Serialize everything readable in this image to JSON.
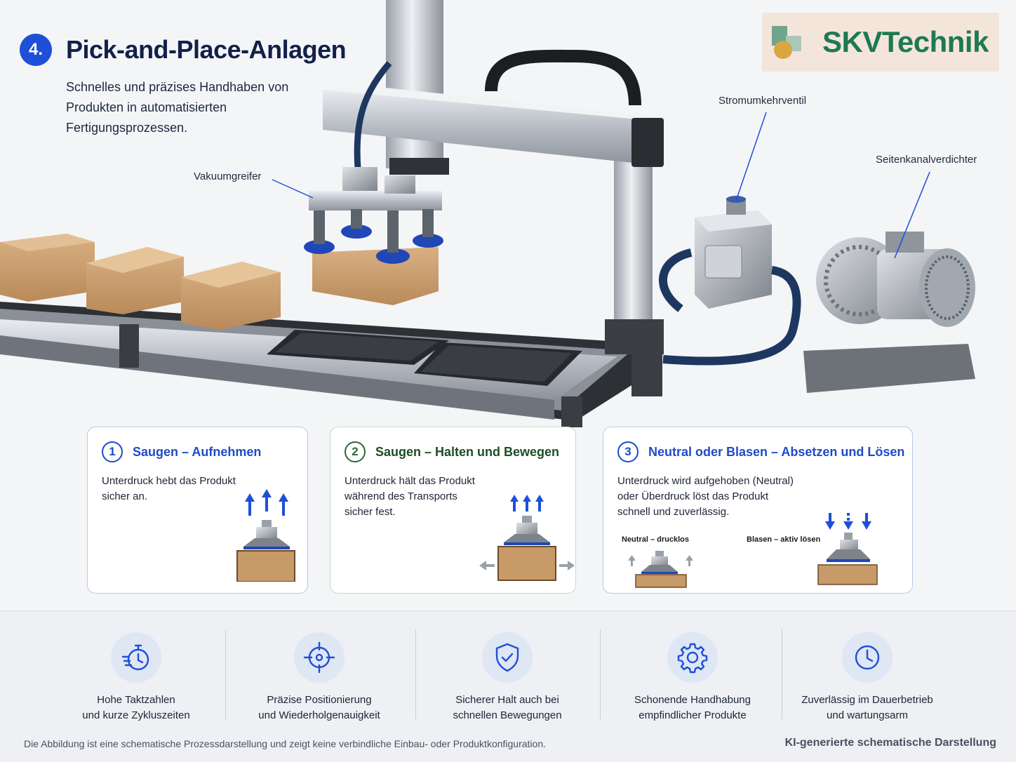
{
  "header": {
    "number": "4.",
    "title": "Pick-and-Place-Anlagen",
    "subtitle": "Schnelles und präzises Handhaben von Produkten in automatisierten Fertigungsprozessen."
  },
  "logo": {
    "text": "SKVTechnik"
  },
  "callouts": {
    "vacuum_gripper": "Vakuumgreifer",
    "reversing_valve": "Stromumkehrventil",
    "side_channel": "Seitenkanalverdichter"
  },
  "steps": [
    {
      "number": "1",
      "title": "Saugen – Aufnehmen",
      "desc_lines": [
        "Unterdruck hebt das Produkt",
        "sicher an."
      ]
    },
    {
      "number": "2",
      "title": "Saugen – Halten und Bewegen",
      "desc_lines": [
        "Unterdruck hält das Produkt",
        "während des Transports",
        "sicher fest."
      ]
    },
    {
      "number": "3",
      "title": "Neutral oder Blasen – Absetzen und Lösen",
      "desc_lines": [
        "Unterdruck wird aufgehoben (Neutral)",
        "oder Überdruck löst das Produkt",
        "schnell und zuverlässig."
      ],
      "sub_labels": [
        "Neutral – drucklos",
        "Blasen – aktiv lösen"
      ]
    }
  ],
  "features": [
    {
      "icon": "stopwatch-icon",
      "lines": [
        "Hohe Taktzahlen",
        "und kurze Zykluszeiten"
      ]
    },
    {
      "icon": "crosshair-icon",
      "lines": [
        "Präzise Positionierung",
        "und Wiederholgenauigkeit"
      ]
    },
    {
      "icon": "shield-check-icon",
      "lines": [
        "Sicherer Halt auch bei",
        "schnellen Bewegungen"
      ]
    },
    {
      "icon": "gear-icon",
      "lines": [
        "Schonende Handhabung",
        "empfindlicher Produkte"
      ]
    },
    {
      "icon": "clock-icon",
      "lines": [
        "Zuverlässig im Dauerbetrieb",
        "und wartungsarm"
      ]
    }
  ],
  "footer": {
    "disclaimer": "Die Abbildung ist eine schematische Prozessdarstellung und zeigt keine verbindliche Einbau- oder Produktkonfiguration.",
    "note": "KI-generierte schematische Darstellung"
  },
  "colors": {
    "accent": "#1e4fd8",
    "green": "#1c7a53",
    "cardboard": "#c89a68",
    "aluminium": "#b9bec6"
  }
}
